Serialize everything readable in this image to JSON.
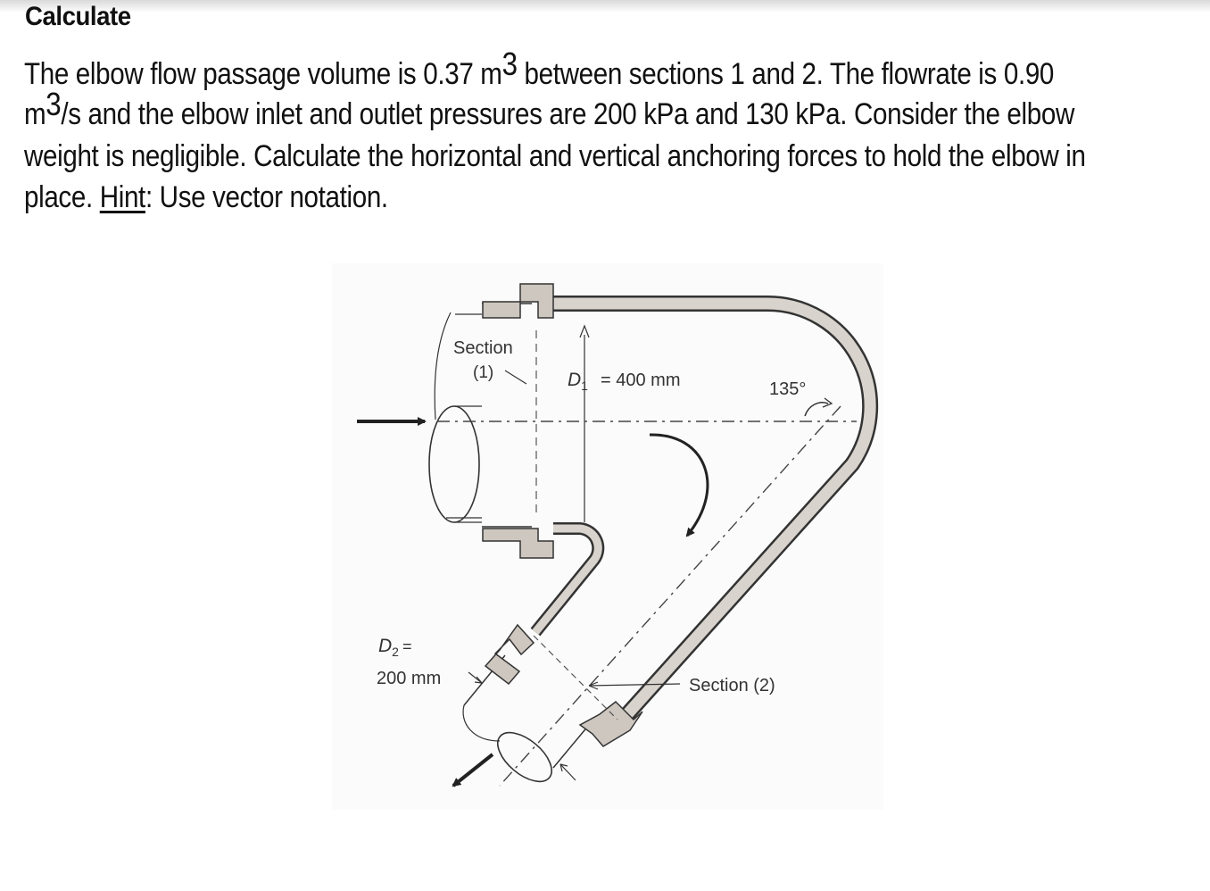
{
  "heading": "Calculate",
  "problem": {
    "l1_a": "The elbow flow passage volume is 0.37 m",
    "l1_sup": "3",
    "l1_b": " between sections 1 and 2. The flowrate is 0.90",
    "l2_a": "m",
    "l2_sup": "3",
    "l2_b": "/s and the elbow inlet and outlet pressures are 200 kPa and 130 kPa. Consider the elbow",
    "l3": "weight is negligible. Calculate the horizontal and vertical anchoring forces to hold the elbow in",
    "l4_a": "place. ",
    "l4_hint": "Hint",
    "l4_b": ": Use vector notation."
  },
  "figure": {
    "section1": "Section",
    "section1_num": "(1)",
    "d1_sym": "D",
    "d1_sub": "1",
    "d1_val": "= 400 mm",
    "angle": "135°",
    "d2_sym": "D",
    "d2_sub": "2",
    "d2_eq": "=",
    "d2_val": "200 mm",
    "section2": "Section (2)"
  }
}
